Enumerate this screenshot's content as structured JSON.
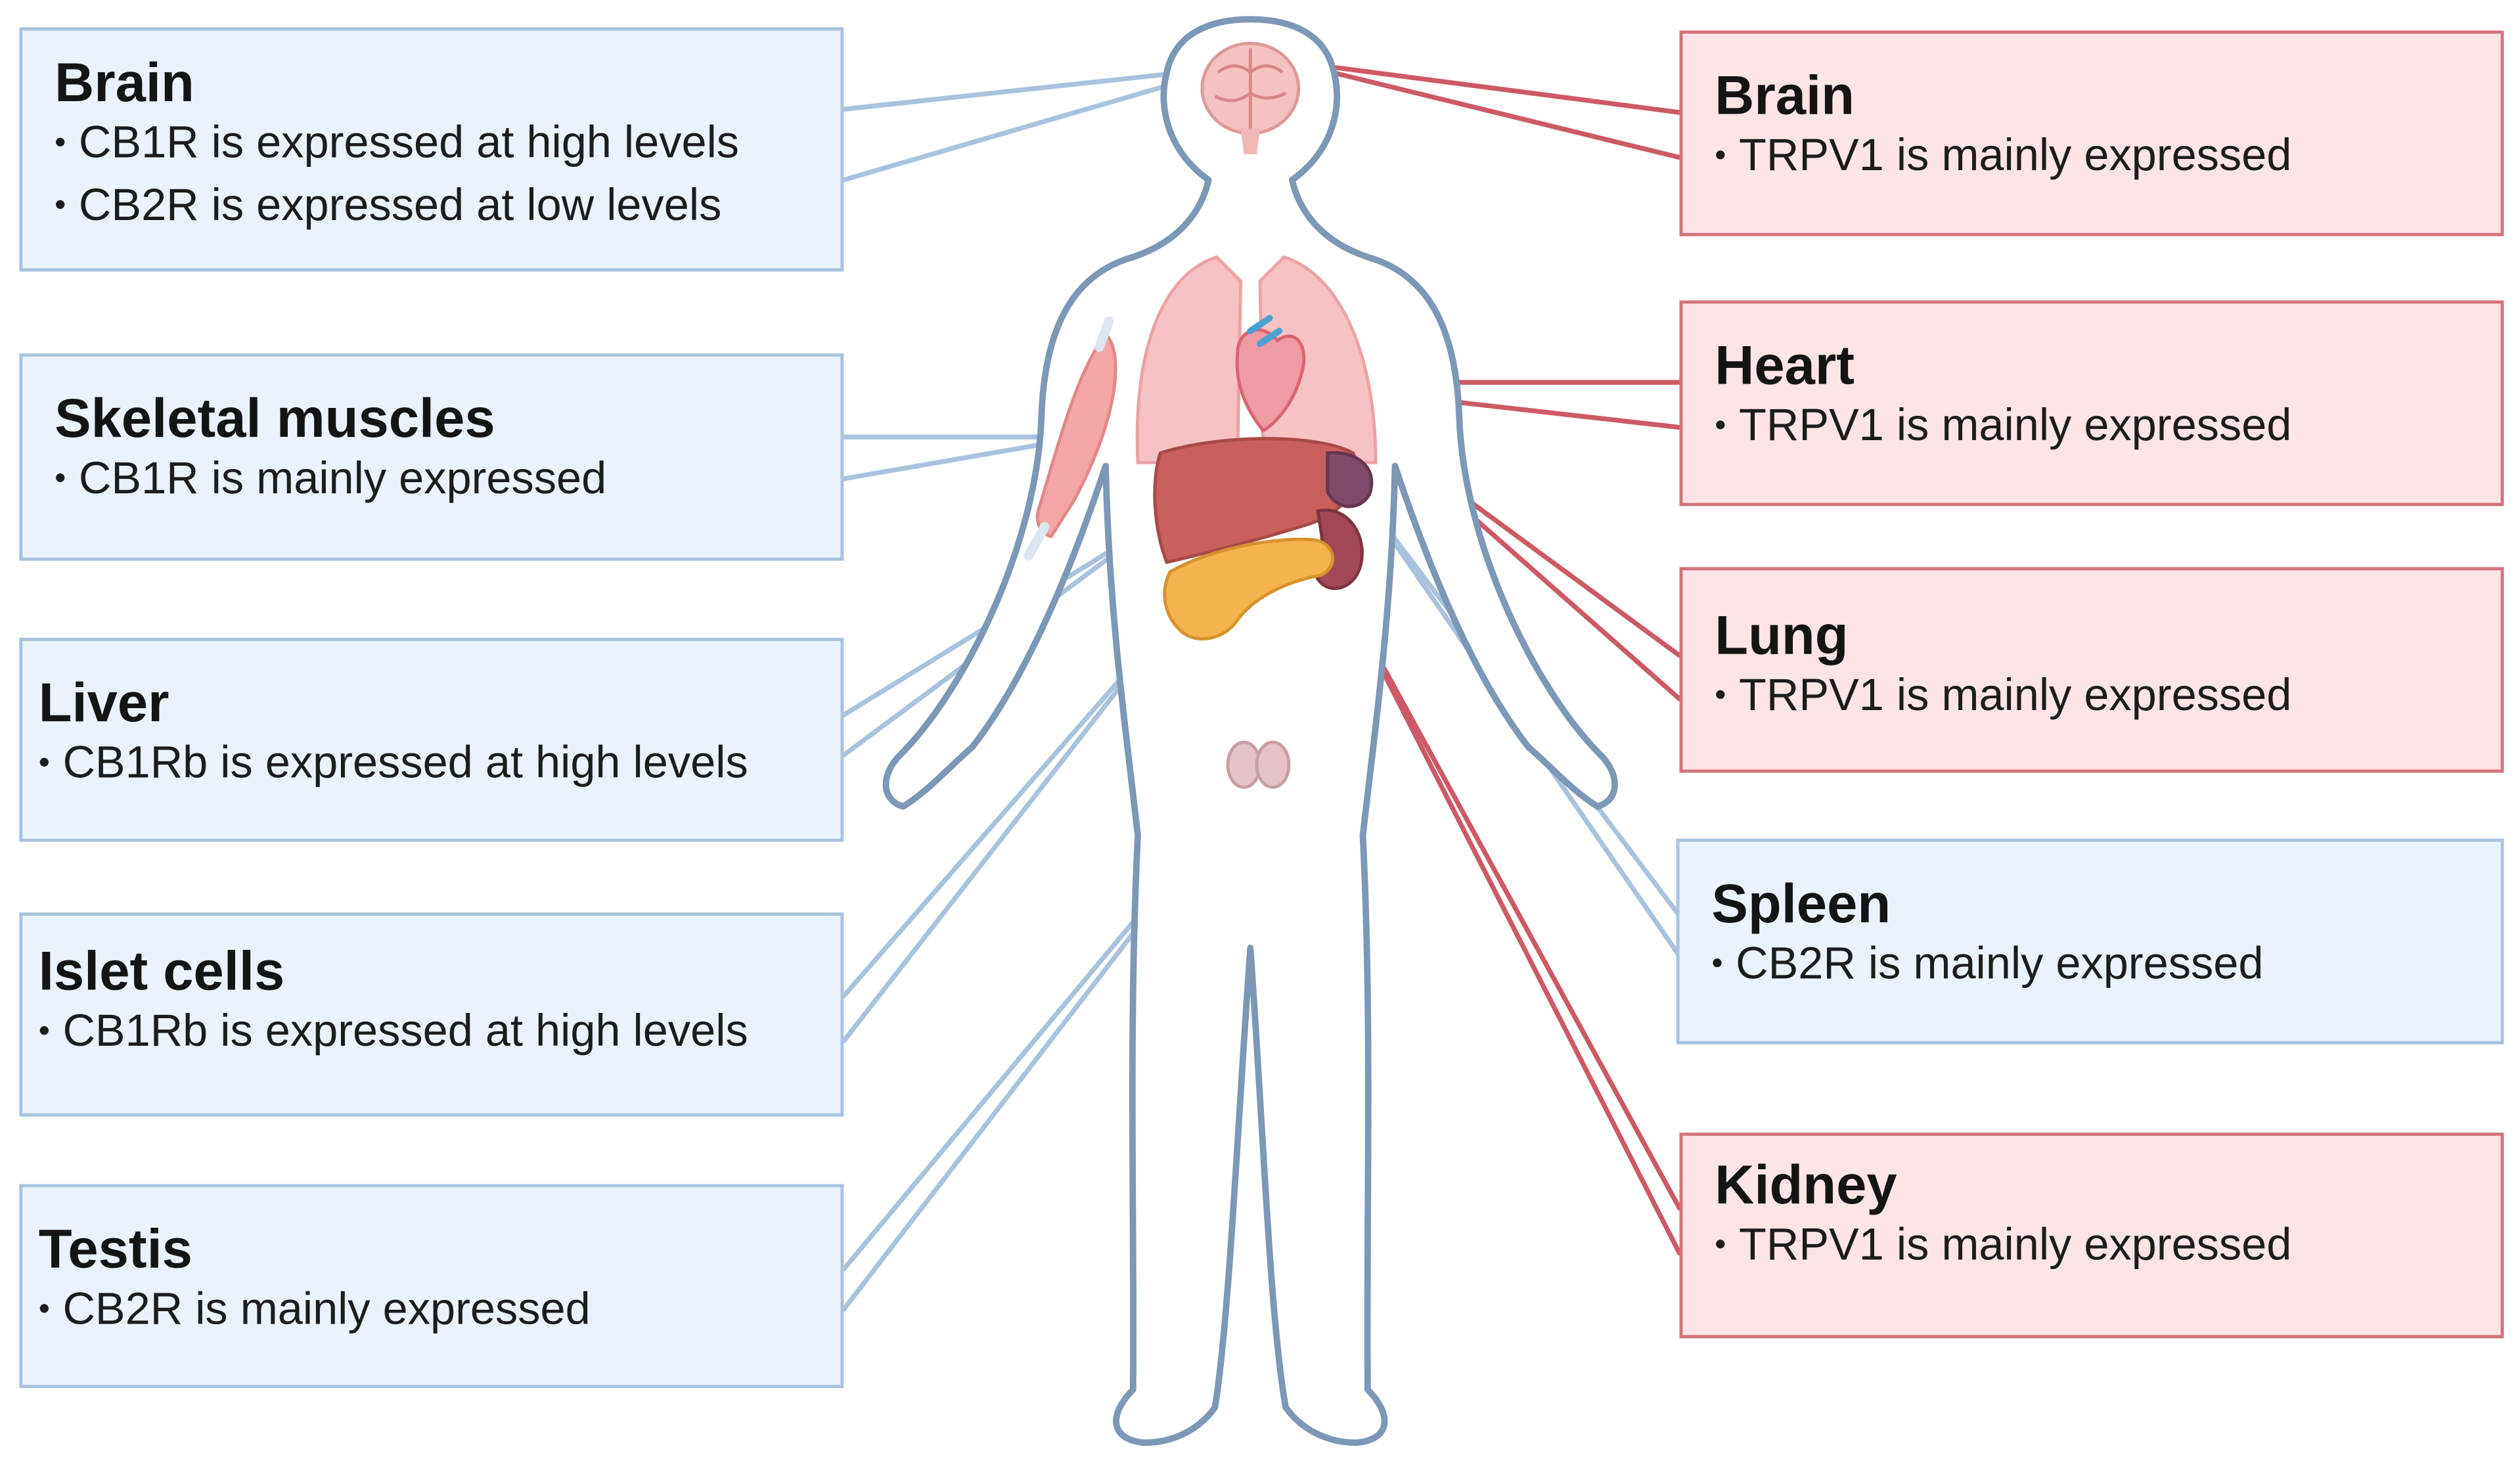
{
  "colors": {
    "expression_box_fill": "#eaf2fb",
    "expression_box_border": "#a9c2dd",
    "trpv1_box_fill": "#fde4e6",
    "trpv1_box_border": "#d2737d",
    "body_outline": "#7d97b6"
  },
  "left_boxes": [
    {
      "title": "Brain",
      "lines": [
        "CB1R is expressed at high levels",
        "CB2R is expressed at low levels"
      ]
    },
    {
      "title": "Skeletal muscles",
      "lines": [
        "CB1R is mainly expressed"
      ]
    },
    {
      "title": "Liver",
      "lines": [
        "CB1Rb is expressed at high levels"
      ]
    },
    {
      "title": "Islet cells",
      "lines": [
        "CB1Rb is expressed at high levels"
      ]
    },
    {
      "title": "Testis",
      "lines": [
        "CB2R is mainly expressed"
      ]
    }
  ],
  "right_boxes": [
    {
      "title": "Brain",
      "lines": [
        "TRPV1 is mainly expressed"
      ]
    },
    {
      "title": "Heart",
      "lines": [
        "TRPV1 is mainly expressed"
      ]
    },
    {
      "title": "Lung",
      "lines": [
        "TRPV1 is mainly expressed"
      ]
    },
    {
      "title": "Spleen",
      "lines": [
        "CB2R is mainly expressed"
      ]
    },
    {
      "title": "Kidney",
      "lines": [
        "TRPV1 is mainly expressed"
      ]
    }
  ]
}
